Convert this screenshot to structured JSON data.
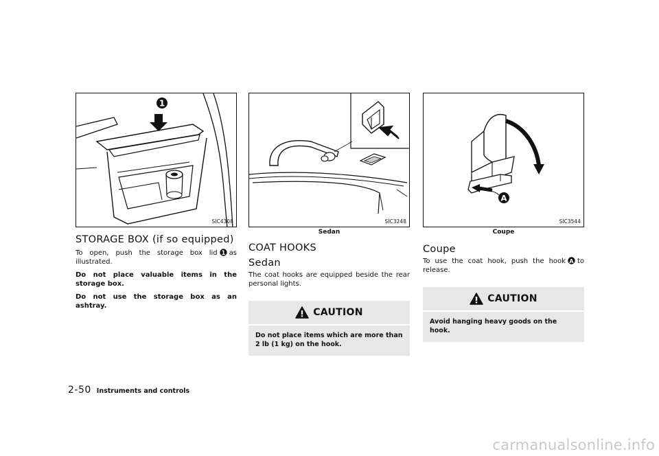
{
  "storage": {
    "figure_code": "SIC4308",
    "figure_marker": "1",
    "heading": "STORAGE BOX (if so equipped)",
    "para1_before": "To open, push the storage box lid",
    "para1_marker": "1",
    "para1_after": "as illustrated.",
    "warning1": "Do not place valuable items in the storage box.",
    "warning2": "Do not use the storage box as an ashtray."
  },
  "coat_hooks": {
    "figure_code": "SIC3248",
    "figure_caption": "Sedan",
    "heading": "COAT HOOKS",
    "subheading": "Sedan",
    "paragraph": "The coat hooks are equipped beside the rear personal lights.",
    "caution_title": "CAUTION",
    "caution_text": "Do not place items which are more than 2 lb (1 kg) on the hook."
  },
  "coupe": {
    "figure_code": "SIC3544",
    "figure_caption": "Coupe",
    "figure_marker": "A",
    "heading": "Coupe",
    "para_before": "To use the coat hook, push the hook",
    "para_marker": "A",
    "para_after": "to release.",
    "caution_title": "CAUTION",
    "caution_text": "Avoid hanging heavy goods on the hook."
  },
  "footer": {
    "page_number": "2-50",
    "section": "Instruments and controls"
  },
  "watermark": "carmanualsonline.info",
  "icons": {
    "caution": "warning-triangle-icon",
    "arrow": "push-arrow-icon"
  }
}
